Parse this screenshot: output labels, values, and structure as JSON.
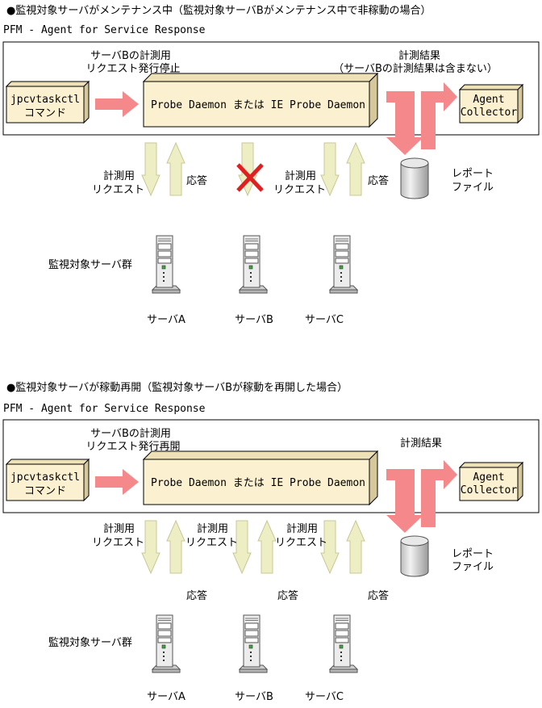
{
  "sections": [
    {
      "heading": "●監視対象サーバがメンテナンス中（監視対象サーバBがメンテナンス中で非稼動の場合）",
      "product": "PFM - Agent for Service Response",
      "note_line1": "サーバBの計測用",
      "note_line2": "リクエスト発行停止",
      "result_line1": "計測結果",
      "result_line2": "（サーバBの計測結果は含まない）",
      "cmd_line1": "jpcvtaskctl",
      "cmd_line2": "コマンド",
      "probe": "Probe Daemon または IE Probe Daemon",
      "agent_line1": "Agent",
      "agent_line2": "Collector",
      "req_a_line1": "計測用",
      "req_a_line2": "リクエスト",
      "resp_a": "応答",
      "req_c_line1": "計測用",
      "req_c_line2": "リクエスト",
      "resp_c": "応答",
      "report_line1": "レポート",
      "report_line2": "ファイル",
      "server_group": "監視対象サーバ群",
      "server_a": "サーバA",
      "server_b": "サーバB",
      "server_c": "サーバC"
    },
    {
      "heading": "●監視対象サーバが稼動再開（監視対象サーバBが稼動を再開した場合）",
      "product": "PFM - Agent for Service Response",
      "note_line1": "サーバBの計測用",
      "note_line2": "リクエスト発行再開",
      "result_line1": "計測結果",
      "cmd_line1": "jpcvtaskctl",
      "cmd_line2": "コマンド",
      "probe": "Probe Daemon または IE Probe Daemon",
      "agent_line1": "Agent",
      "agent_line2": "Collector",
      "req_a_line1": "計測用",
      "req_a_line2": "リクエスト",
      "resp_a": "応答",
      "req_b_line1": "計測用",
      "req_b_line2": "リクエスト",
      "resp_b": "応答",
      "req_c_line1": "計測用",
      "req_c_line2": "リクエスト",
      "resp_c": "応答",
      "report_line1": "レポート",
      "report_line2": "ファイル",
      "server_group": "監視対象サーバ群",
      "server_a": "サーバA",
      "server_b": "サーバB",
      "server_c": "サーバC"
    }
  ],
  "colors": {
    "box_fill": "#fbf0cf",
    "box_shade": "#d6c89a",
    "pink_arrow": "#f4888a",
    "light_arrow": "#eeeec4",
    "cross": "#e02020"
  }
}
